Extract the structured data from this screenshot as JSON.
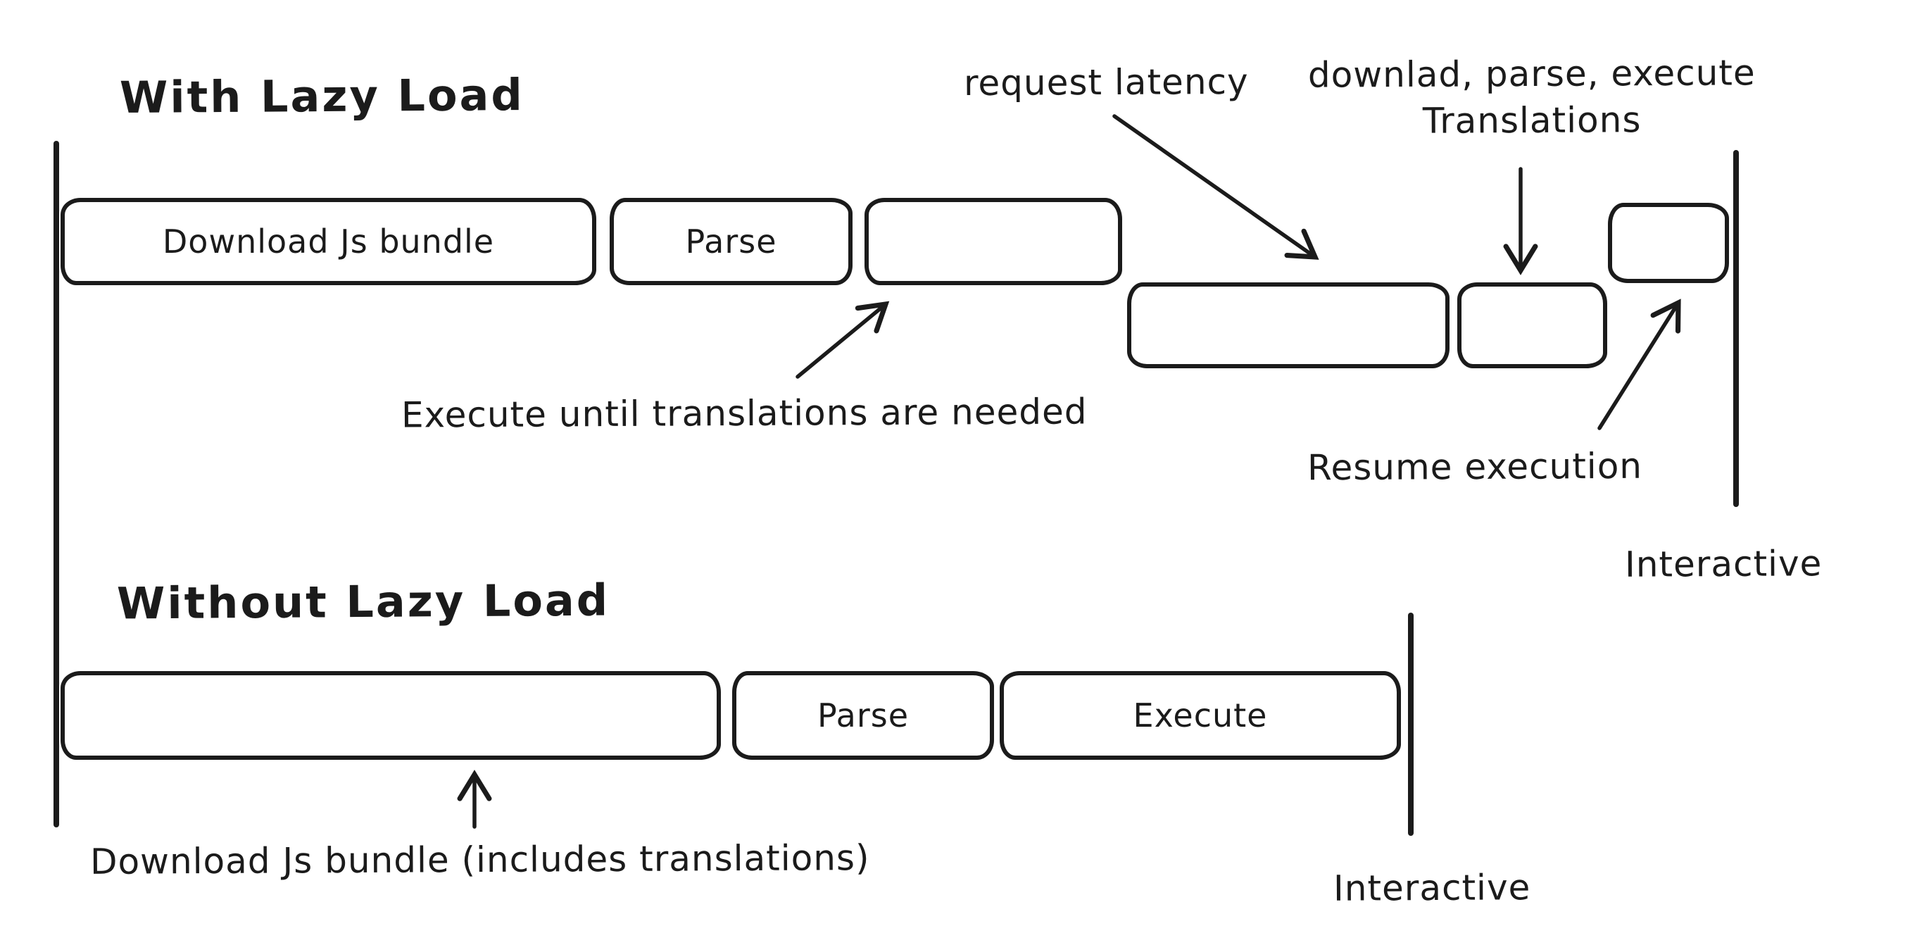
{
  "diagram": {
    "background": "#ffffff",
    "ink_color": "#1b1b1b"
  },
  "sections": [
    {
      "title": "With Lazy Load",
      "boxes": [
        {
          "label": "Download Js bundle"
        },
        {
          "label": "Parse"
        },
        {
          "label": ""
        },
        {
          "label": ""
        },
        {
          "label": ""
        },
        {
          "label": ""
        }
      ],
      "labels": {
        "request_latency": "request latency",
        "download_parse_execute_line1": "downlad, parse, execute",
        "download_parse_execute_line2": "Translations",
        "execute_until": "Execute until translations are needed",
        "resume_execution": "Resume execution",
        "interactive": "Interactive"
      }
    },
    {
      "title": "Without Lazy Load",
      "boxes": [
        {
          "label": ""
        },
        {
          "label": "Parse"
        },
        {
          "label": "Execute"
        }
      ],
      "labels": {
        "download_bundle": "Download Js bundle (includes translations)",
        "interactive": "Interactive"
      }
    }
  ]
}
